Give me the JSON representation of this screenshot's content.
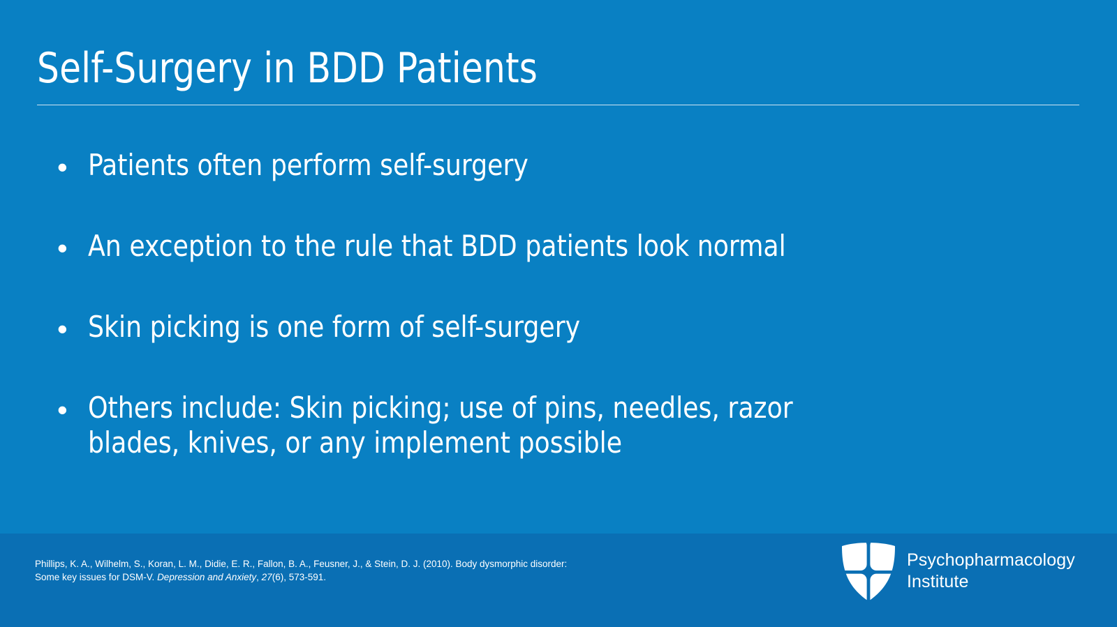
{
  "slide": {
    "title": "Self-Surgery in BDD Patients",
    "background_color": "#0980c3",
    "footer_color": "#0a6fb4",
    "text_color": "#ffffff",
    "rule_color": "#cfe4f2"
  },
  "body": {
    "bullet_marker": "•",
    "bullets": [
      {
        "text": "Patients often perform self-surgery"
      },
      {
        "text": "An exception to the rule that BDD patients look normal"
      },
      {
        "text": "Skin picking is one form of self-surgery"
      },
      {
        "text": "Others include: Skin picking; use of pins, needles, razor blades, knives, or any implement possible"
      }
    ]
  },
  "footer": {
    "citation": {
      "part1": "Phillips, K. A., Wilhelm, S., Koran, L. M., Didie, E. R., Fallon, B. A., Feusner, J., & Stein, D. J. (2010). Body dysmorphic disorder: Some key issues for DSM-V. ",
      "journal": "Depression and Anxiety",
      "part2": ", ",
      "volume": "27",
      "part3": "(6), 573-591."
    },
    "logo": {
      "icon": "shield-cross-logo-icon",
      "line1": "Psychopharmacology",
      "line2": "Institute"
    }
  }
}
